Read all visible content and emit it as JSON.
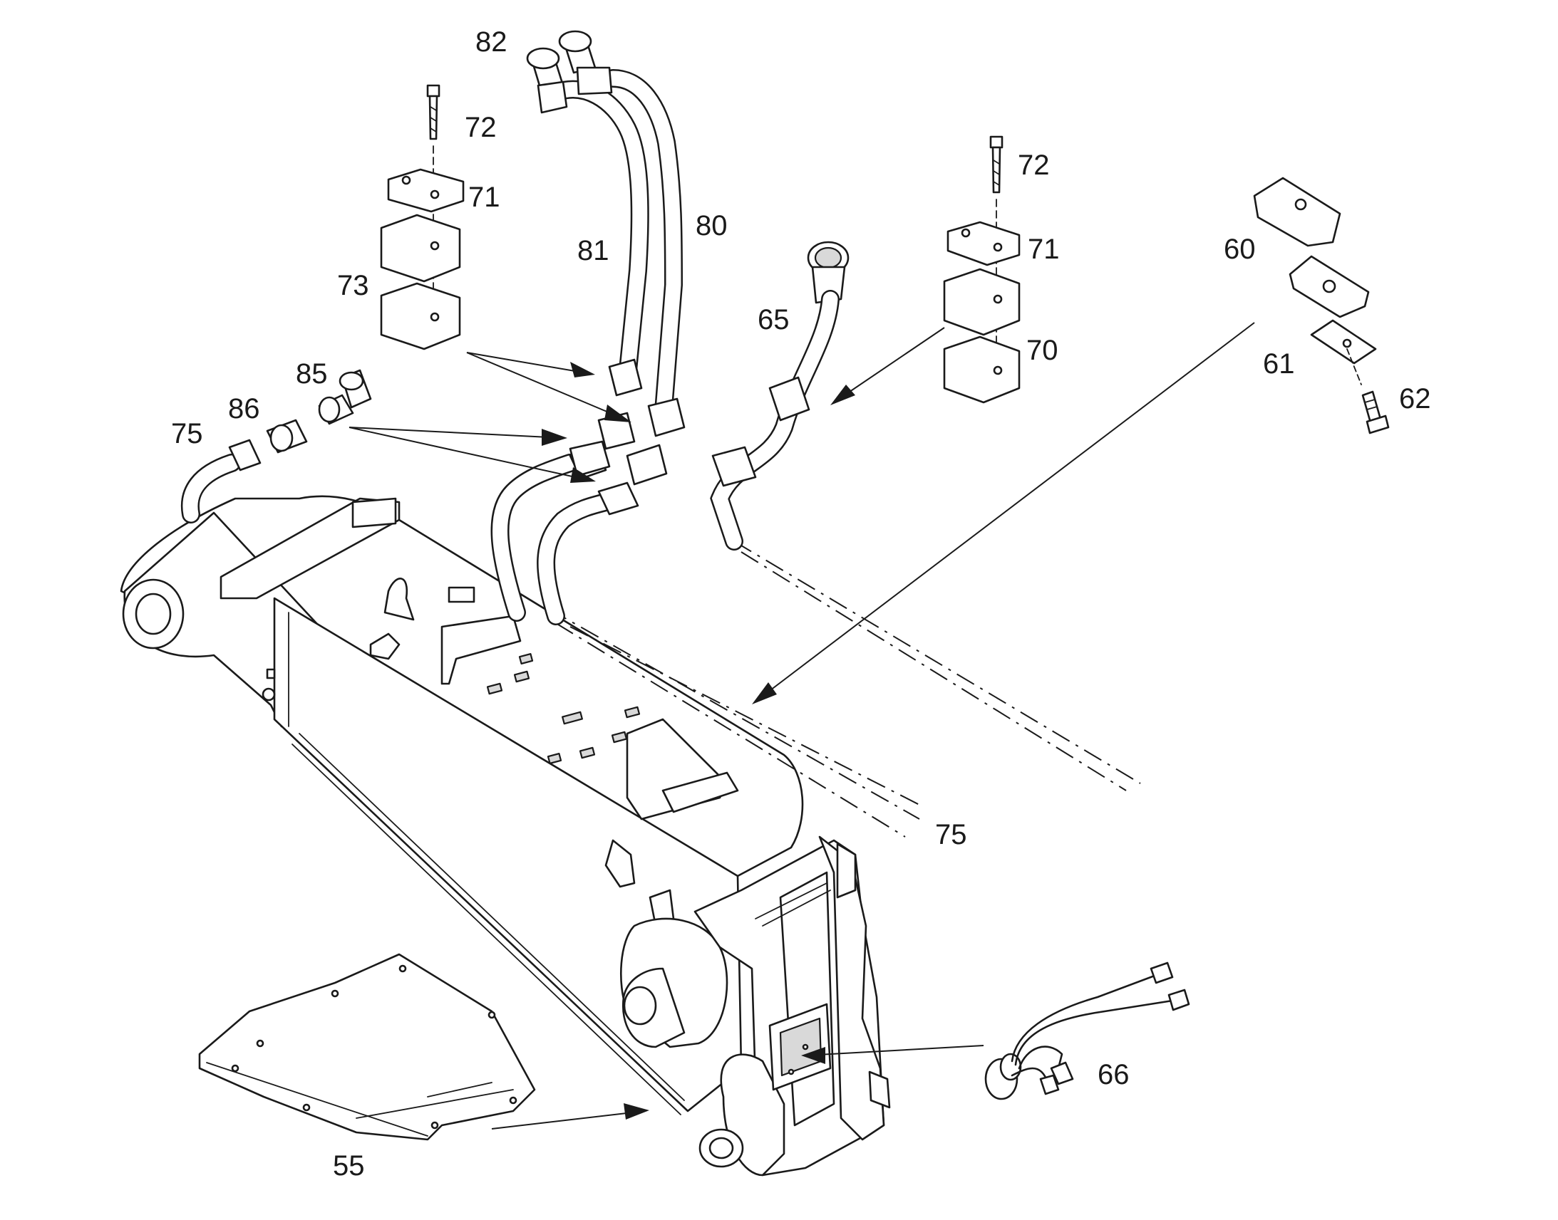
{
  "figure": {
    "callouts": [
      {
        "id": "c82",
        "text": "82"
      },
      {
        "id": "c72a",
        "text": "72"
      },
      {
        "id": "c71a",
        "text": "71"
      },
      {
        "id": "c81",
        "text": "81"
      },
      {
        "id": "c80",
        "text": "80"
      },
      {
        "id": "c73",
        "text": "73"
      },
      {
        "id": "c85",
        "text": "85"
      },
      {
        "id": "c86",
        "text": "86"
      },
      {
        "id": "c75a",
        "text": "75"
      },
      {
        "id": "c72b",
        "text": "72"
      },
      {
        "id": "c71b",
        "text": "71"
      },
      {
        "id": "c65",
        "text": "65"
      },
      {
        "id": "c70",
        "text": "70"
      },
      {
        "id": "c60",
        "text": "60"
      },
      {
        "id": "c61",
        "text": "61"
      },
      {
        "id": "c62",
        "text": "62"
      },
      {
        "id": "c75b",
        "text": "75"
      },
      {
        "id": "c66",
        "text": "66"
      },
      {
        "id": "c55",
        "text": "55"
      }
    ]
  }
}
